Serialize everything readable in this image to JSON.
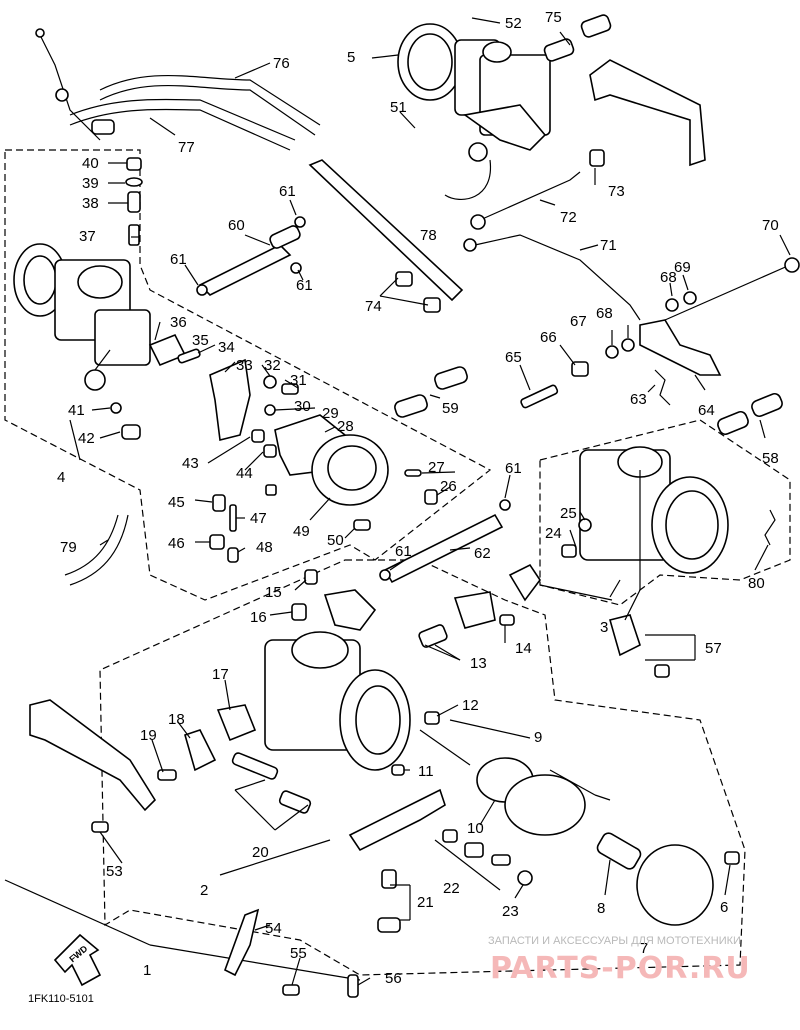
{
  "labels": [
    {
      "id": "1",
      "text": "1"
    },
    {
      "id": "2",
      "text": "2"
    },
    {
      "id": "3",
      "text": "3"
    },
    {
      "id": "4",
      "text": "4"
    },
    {
      "id": "5",
      "text": "5"
    },
    {
      "id": "6",
      "text": "6"
    },
    {
      "id": "7",
      "text": "7"
    },
    {
      "id": "8",
      "text": "8"
    },
    {
      "id": "9",
      "text": "9"
    },
    {
      "id": "10",
      "text": "10"
    },
    {
      "id": "11",
      "text": "11"
    },
    {
      "id": "12",
      "text": "12"
    },
    {
      "id": "13",
      "text": "13"
    },
    {
      "id": "14",
      "text": "14"
    },
    {
      "id": "15",
      "text": "15"
    },
    {
      "id": "16",
      "text": "16"
    },
    {
      "id": "17",
      "text": "17"
    },
    {
      "id": "18",
      "text": "18"
    },
    {
      "id": "19",
      "text": "19"
    },
    {
      "id": "20",
      "text": "20"
    },
    {
      "id": "21",
      "text": "21"
    },
    {
      "id": "22",
      "text": "22"
    },
    {
      "id": "23",
      "text": "23"
    },
    {
      "id": "24",
      "text": "24"
    },
    {
      "id": "25",
      "text": "25"
    },
    {
      "id": "26",
      "text": "26"
    },
    {
      "id": "27",
      "text": "27"
    },
    {
      "id": "28",
      "text": "28"
    },
    {
      "id": "29",
      "text": "29"
    },
    {
      "id": "30",
      "text": "30"
    },
    {
      "id": "31",
      "text": "31"
    },
    {
      "id": "32",
      "text": "32"
    },
    {
      "id": "33",
      "text": "33"
    },
    {
      "id": "34",
      "text": "34"
    },
    {
      "id": "35",
      "text": "35"
    },
    {
      "id": "36",
      "text": "36"
    },
    {
      "id": "37",
      "text": "37"
    },
    {
      "id": "38",
      "text": "38"
    },
    {
      "id": "39",
      "text": "39"
    },
    {
      "id": "40",
      "text": "40"
    },
    {
      "id": "41",
      "text": "41"
    },
    {
      "id": "42",
      "text": "42"
    },
    {
      "id": "43",
      "text": "43"
    },
    {
      "id": "44",
      "text": "44"
    },
    {
      "id": "45",
      "text": "45"
    },
    {
      "id": "46",
      "text": "46"
    },
    {
      "id": "47",
      "text": "47"
    },
    {
      "id": "48",
      "text": "48"
    },
    {
      "id": "49",
      "text": "49"
    },
    {
      "id": "50",
      "text": "50"
    },
    {
      "id": "51",
      "text": "51"
    },
    {
      "id": "52",
      "text": "52"
    },
    {
      "id": "53",
      "text": "53"
    },
    {
      "id": "54",
      "text": "54"
    },
    {
      "id": "55",
      "text": "55"
    },
    {
      "id": "56",
      "text": "56"
    },
    {
      "id": "57",
      "text": "57"
    },
    {
      "id": "58",
      "text": "58"
    },
    {
      "id": "59",
      "text": "59"
    },
    {
      "id": "60",
      "text": "60"
    },
    {
      "id": "61a",
      "text": "61"
    },
    {
      "id": "61b",
      "text": "61"
    },
    {
      "id": "61c",
      "text": "61"
    },
    {
      "id": "61d",
      "text": "61"
    },
    {
      "id": "61e",
      "text": "61"
    },
    {
      "id": "62",
      "text": "62"
    },
    {
      "id": "63",
      "text": "63"
    },
    {
      "id": "64",
      "text": "64"
    },
    {
      "id": "65",
      "text": "65"
    },
    {
      "id": "66",
      "text": "66"
    },
    {
      "id": "67",
      "text": "67"
    },
    {
      "id": "68a",
      "text": "68"
    },
    {
      "id": "68b",
      "text": "68"
    },
    {
      "id": "69",
      "text": "69"
    },
    {
      "id": "70",
      "text": "70"
    },
    {
      "id": "71",
      "text": "71"
    },
    {
      "id": "72",
      "text": "72"
    },
    {
      "id": "73",
      "text": "73"
    },
    {
      "id": "74",
      "text": "74"
    },
    {
      "id": "75",
      "text": "75"
    },
    {
      "id": "76",
      "text": "76"
    },
    {
      "id": "77",
      "text": "77"
    },
    {
      "id": "78",
      "text": "78"
    },
    {
      "id": "79",
      "text": "79"
    },
    {
      "id": "80",
      "text": "80"
    }
  ],
  "diagram_code": "1FK110-5101",
  "fwd_arrow_text": "FWD",
  "watermark": {
    "line1": "ЗАПАСТИ И АКСЕССУАРЫ ДЛЯ МОТОТЕХНИКИ",
    "line2": "PARTS-POR.RU"
  },
  "colors": {
    "ink": "#000000",
    "background": "#ffffff",
    "watermark_grey": "#b9b9b9",
    "watermark_pink": "#f5b8b8"
  }
}
